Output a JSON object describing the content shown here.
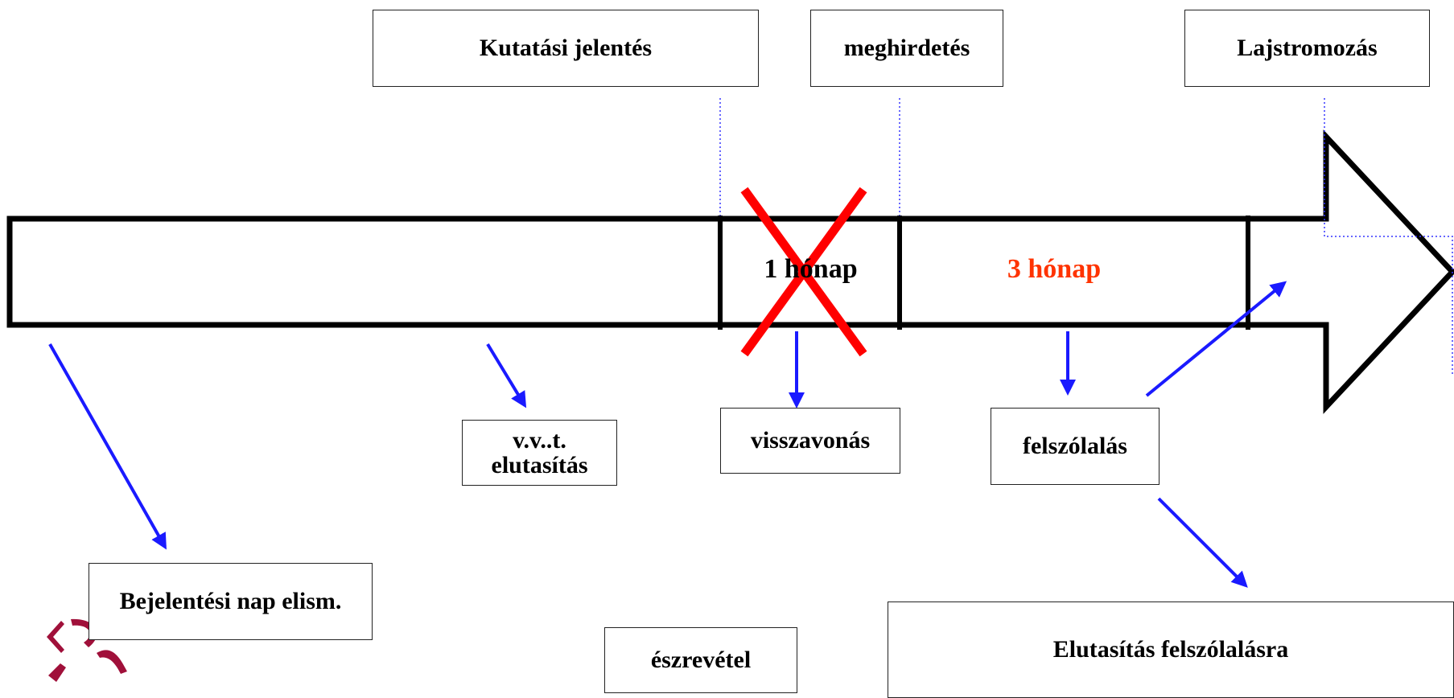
{
  "labels": {
    "kutatasi": "Kutatási jelentés",
    "meghirdetes": "meghirdetés",
    "lajstromozas": "Lajstromozás",
    "bejelentesi": "Bejelentési nap elism.",
    "vvt_line1": "v.v..t.",
    "vvt_line2": "elutasítás",
    "visszavonas": "visszavonás",
    "felszolalas": "felszólalás",
    "eszrevetel": "észrevétel",
    "elutasitas": "Elutasítás felszólalásra"
  },
  "segments": {
    "one_month": "1 hónap",
    "three_months": "3 hónap"
  },
  "colors": {
    "arrow_outline": "#000000",
    "pointer": "#1a1aff",
    "cross": "#ff0000",
    "highlight_text": "#ff3300",
    "dotted": "#3333ff",
    "logo": "#a0103a"
  }
}
